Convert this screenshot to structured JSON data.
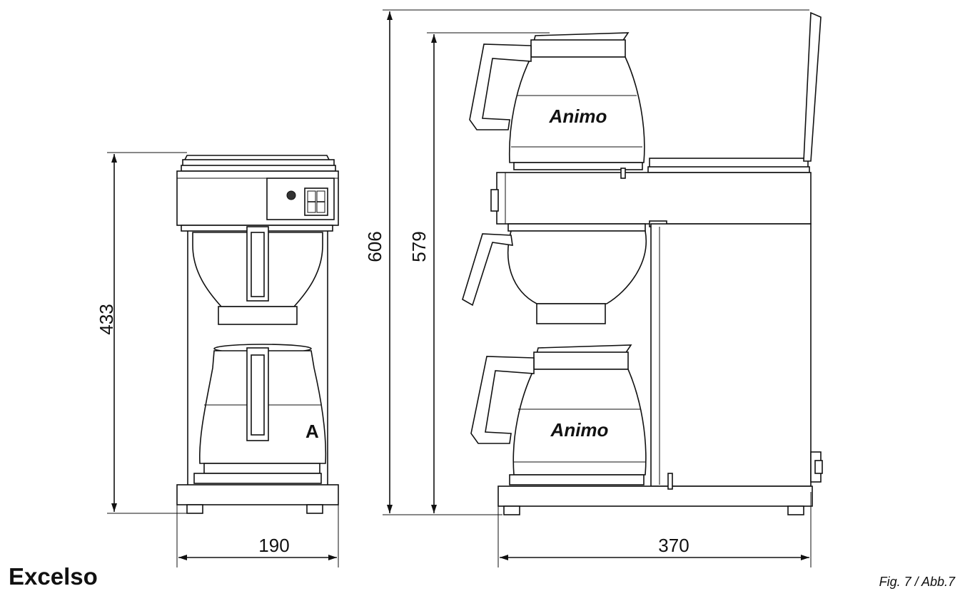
{
  "title": "Excelso",
  "figure_ref": "Fig. 7 / Abb.7",
  "brand": "Animo",
  "dimensions": {
    "front_height": "433",
    "front_width": "190",
    "side_total_height": "606",
    "side_height": "579",
    "side_width": "370"
  }
}
